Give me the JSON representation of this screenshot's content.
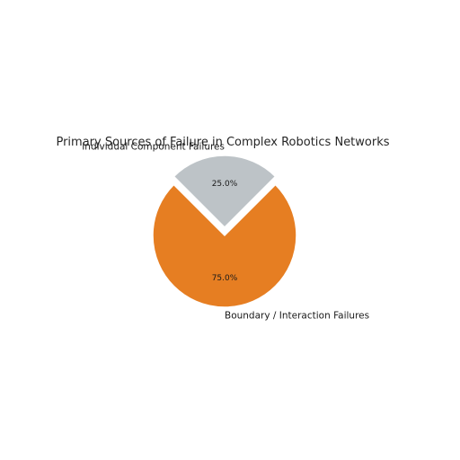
{
  "chart_data": {
    "type": "pie",
    "title": "Primary Sources of Failure in Complex Robotics Networks",
    "slices": [
      {
        "label": "Boundary / Interaction Failures",
        "value": 75.0,
        "pct_label": "75.0%",
        "color": "#e67e22",
        "exploded": false
      },
      {
        "label": "Individual Component Failures",
        "value": 25.0,
        "pct_label": "25.0%",
        "color": "#bdc3c7",
        "exploded": true
      }
    ],
    "start_angle_deg": 45,
    "direction": "clockwise",
    "edge_color": "#ffffff",
    "legend": "none"
  }
}
